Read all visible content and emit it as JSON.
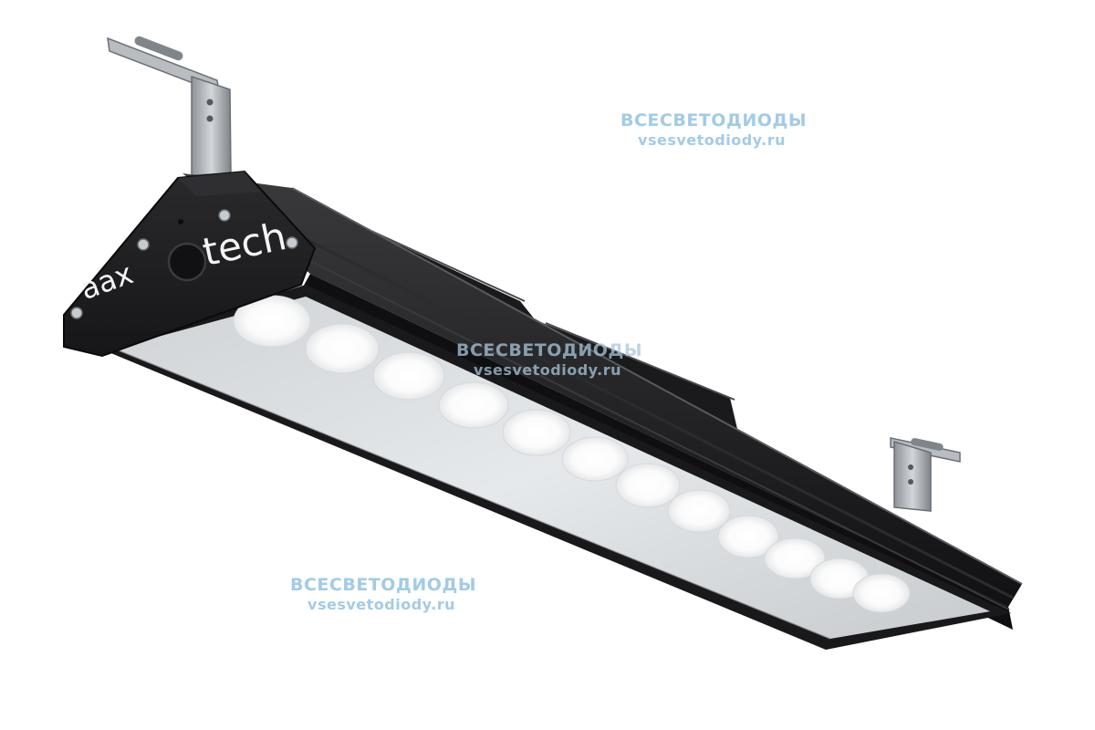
{
  "image": {
    "subject": "led-linear-high-bay-lamp",
    "colors": {
      "background": "#ffffff",
      "housing": "#1c1c1e",
      "diffuser": "#d9dde0",
      "led": "#ffffff",
      "bracket": "#a9adb3",
      "watermark": "#9ec9e6"
    }
  },
  "brand": {
    "left": "aax",
    "right": "tech"
  },
  "watermarks": [
    {
      "line1": "ВСЕСВЕТОДИОДЫ",
      "line2": "vsesvetodiody.ru"
    },
    {
      "line1": "ВСЕСВЕТОДИОДЫ",
      "line2": "vsesvetodiody.ru"
    },
    {
      "line1": "ВСЕСВЕТОДИОДЫ",
      "line2": "vsesvetodiody.ru"
    }
  ],
  "icons": {
    "logo_circle": "ring-icon"
  }
}
